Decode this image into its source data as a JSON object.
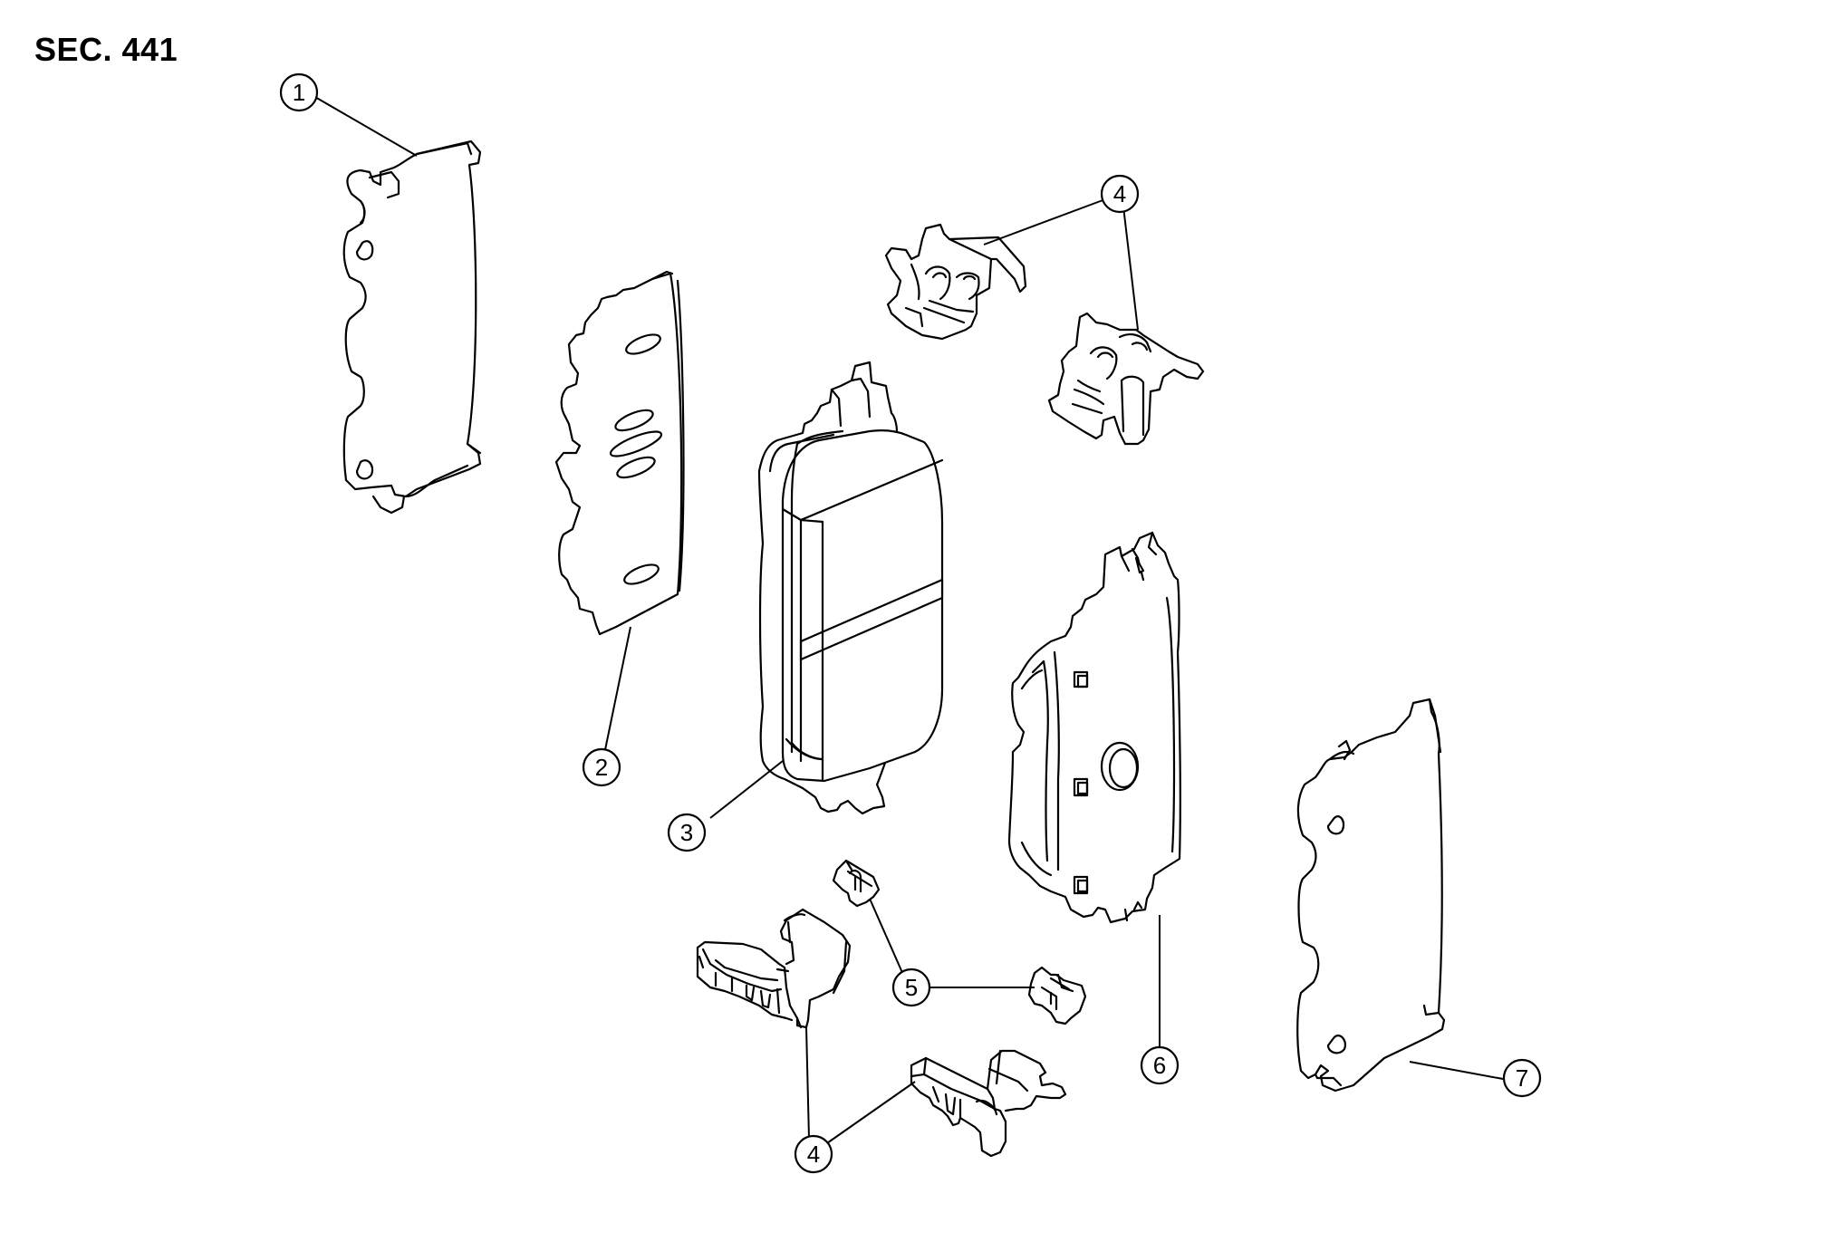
{
  "section": "SEC. 441",
  "callouts": [
    {
      "id": "c1",
      "label": "1"
    },
    {
      "id": "c2",
      "label": "2"
    },
    {
      "id": "c3",
      "label": "3"
    },
    {
      "id": "c4a",
      "label": "4"
    },
    {
      "id": "c4b",
      "label": "4"
    },
    {
      "id": "c5",
      "label": "5"
    },
    {
      "id": "c6",
      "label": "6"
    },
    {
      "id": "c7",
      "label": "7"
    }
  ]
}
